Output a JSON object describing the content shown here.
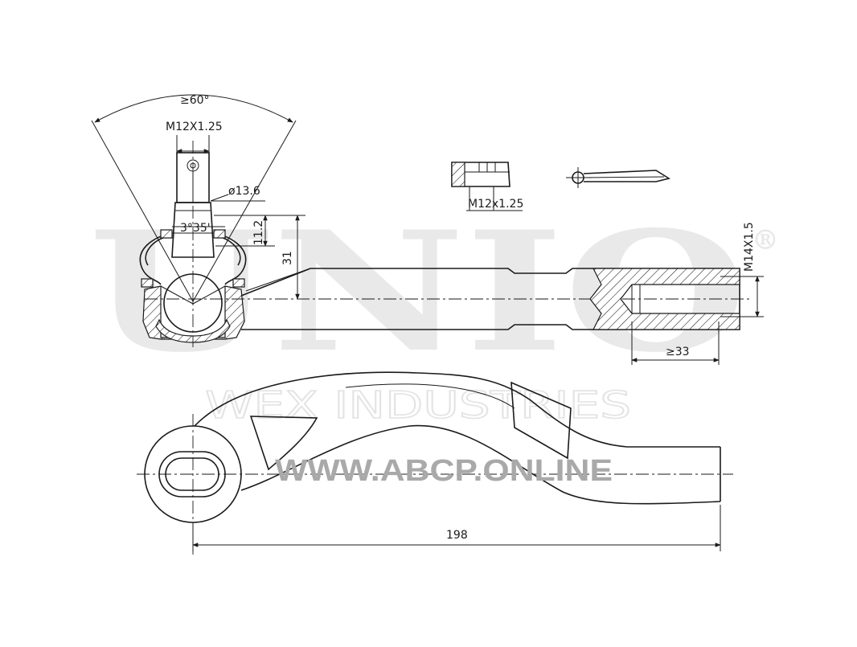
{
  "watermark": {
    "brand": "UNIO",
    "registered": "®",
    "company": "WEX INDUSTRIES",
    "url": "WWW.ABCP.ONLINE"
  },
  "dimensions": {
    "angle": "≥60°",
    "stud_thread": "M12X1.25",
    "stud_diameter": "ø13.6",
    "taper": "3°35'",
    "height_small": "11.2",
    "height_large": "31",
    "inner_thread": "M14X1.5",
    "thread_depth": "≥33",
    "overall_length": "198",
    "nut_thread": "M12x1.25"
  },
  "parts": {
    "nut": "castle-nut",
    "pin": "cotter-pin"
  }
}
